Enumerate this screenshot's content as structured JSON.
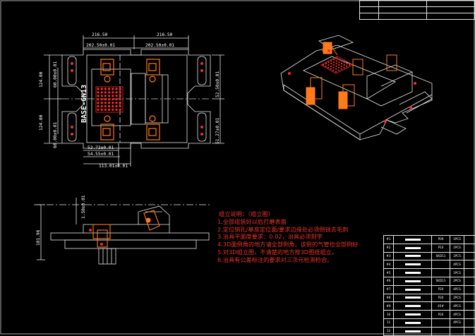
{
  "top_dims": {
    "left_outer": "216.50",
    "right_outer": "216.50",
    "left_inner": "202.50±0.01",
    "right_inner": "202.50±0.01",
    "left_v1": "124.00",
    "left_v2": "60.00±0.01",
    "left_v3": "124.00",
    "left_v4": "60.00±0.01",
    "right_v1": "52.50±0.01",
    "right_v2": "51.27±0.01",
    "bot_1": "52.72±0.01",
    "bot_2": "54.55±0.01",
    "bot_3": "113.01±0.01"
  },
  "base_label": "BASE-GN13",
  "side_dims": {
    "height": "181.96",
    "top": "1.50±0.01"
  },
  "notes": {
    "title": "组立说明：（组立图）",
    "lines": [
      "1.全部组装好以后打磨表面",
      "2.定位销孔/基准定位面/要求边缘处必须倒锐去毛刺",
      "3.治具平面度要求：0.02，治具必须刻字",
      "4.3D面倒角的地方请全部倒角，该倒的气管也全部倒好",
      "5.对3D组立图，不清楚的地方按3D图纸组立。",
      "6.治具有公差标注的要求对三次元检测检合。"
    ]
  },
  "bom": [
    {
      "no": "#1",
      "name": "P09",
      "qty": "1PCS"
    },
    {
      "no": "#2",
      "name": "P10",
      "qty": "1PCS"
    },
    {
      "no": "#3",
      "name": "SKD11",
      "qty": "1PCS"
    },
    {
      "no": "#4",
      "name": "",
      "qty": "4PCS"
    },
    {
      "no": "#5",
      "name": "",
      "qty": "1PCS"
    },
    {
      "no": "#6",
      "name": "SKD11",
      "qty": "2PCS"
    },
    {
      "no": "#7",
      "name": "P20",
      "qty": "4PCS"
    },
    {
      "no": "#8",
      "name": "P20",
      "qty": "2PCS"
    },
    {
      "no": "#9",
      "name": "45#",
      "qty": "4PCS"
    },
    {
      "no": "10",
      "name": "P20",
      "qty": "4PCS"
    },
    {
      "no": "11",
      "name": "",
      "qty": "4PCS"
    },
    {
      "no": "12",
      "name": "",
      "qty": ""
    }
  ],
  "colors": {
    "background": "#000000",
    "line": "#ffffff",
    "part": "#ff7a1a",
    "marker": "#ff2a2a",
    "note": "#e8332b"
  }
}
